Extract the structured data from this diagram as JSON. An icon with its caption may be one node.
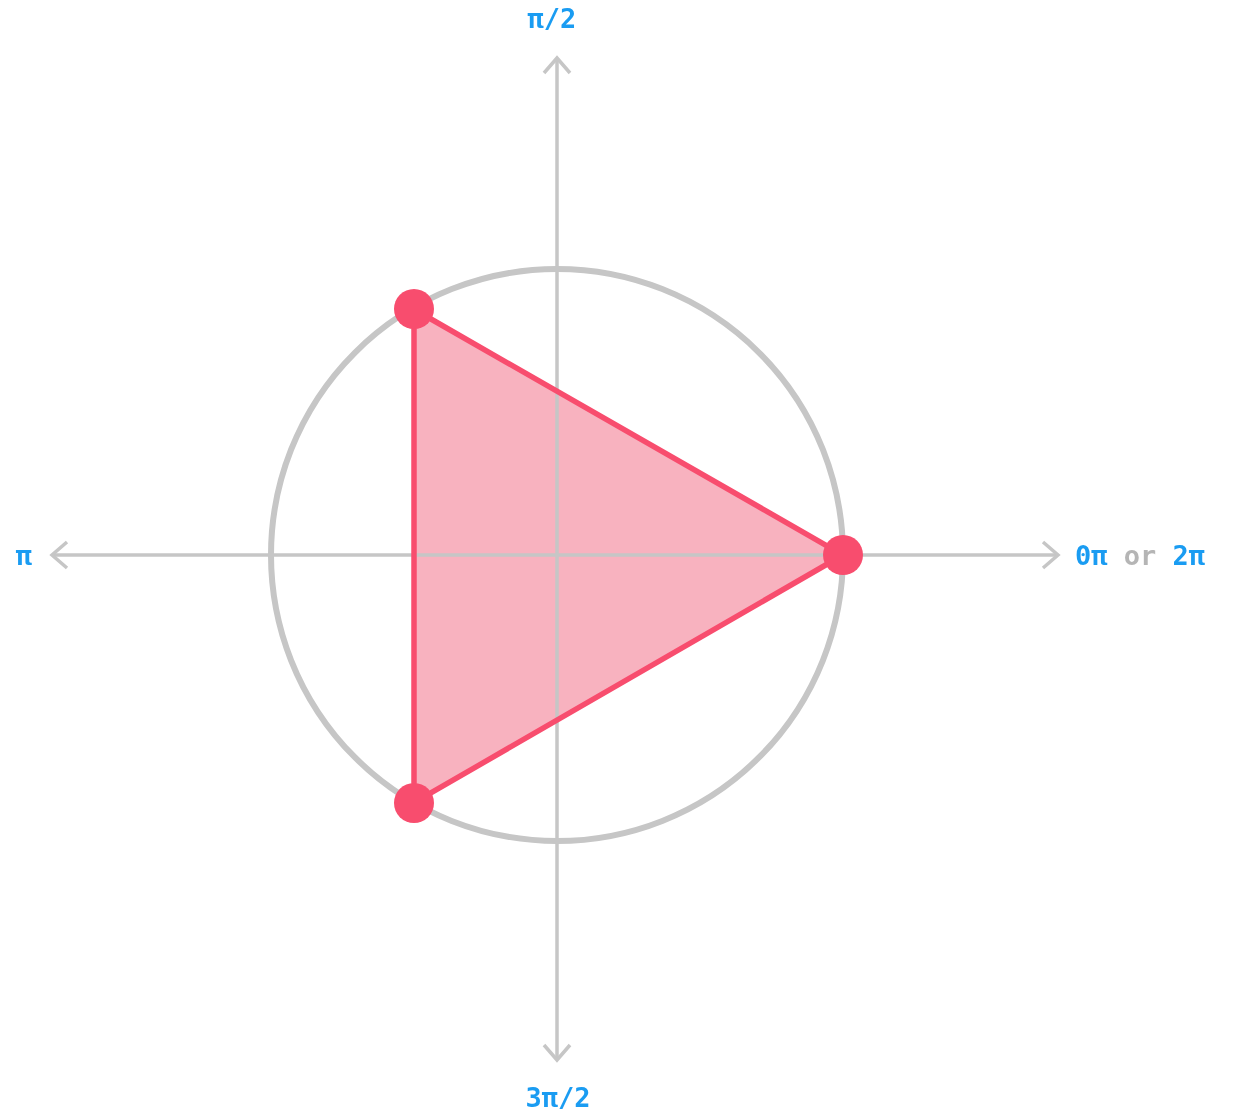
{
  "diagram": {
    "nodes": [
      {
        "text": [],
        "shape": "circle"
      },
      {
        "text": [],
        "shape": "circle"
      },
      {
        "text": [],
        "shape": "circle"
      }
    ],
    "edges": [
      {
        "from": 0,
        "to": 1,
        "arrow": "none"
      },
      {
        "from": 1,
        "to": 2,
        "arrow": "none"
      },
      {
        "from": 2,
        "to": 0,
        "arrow": "none"
      }
    ],
    "labels": [
      "π/2",
      "π",
      "0π or 2π",
      "3π/2"
    ]
  }
}
